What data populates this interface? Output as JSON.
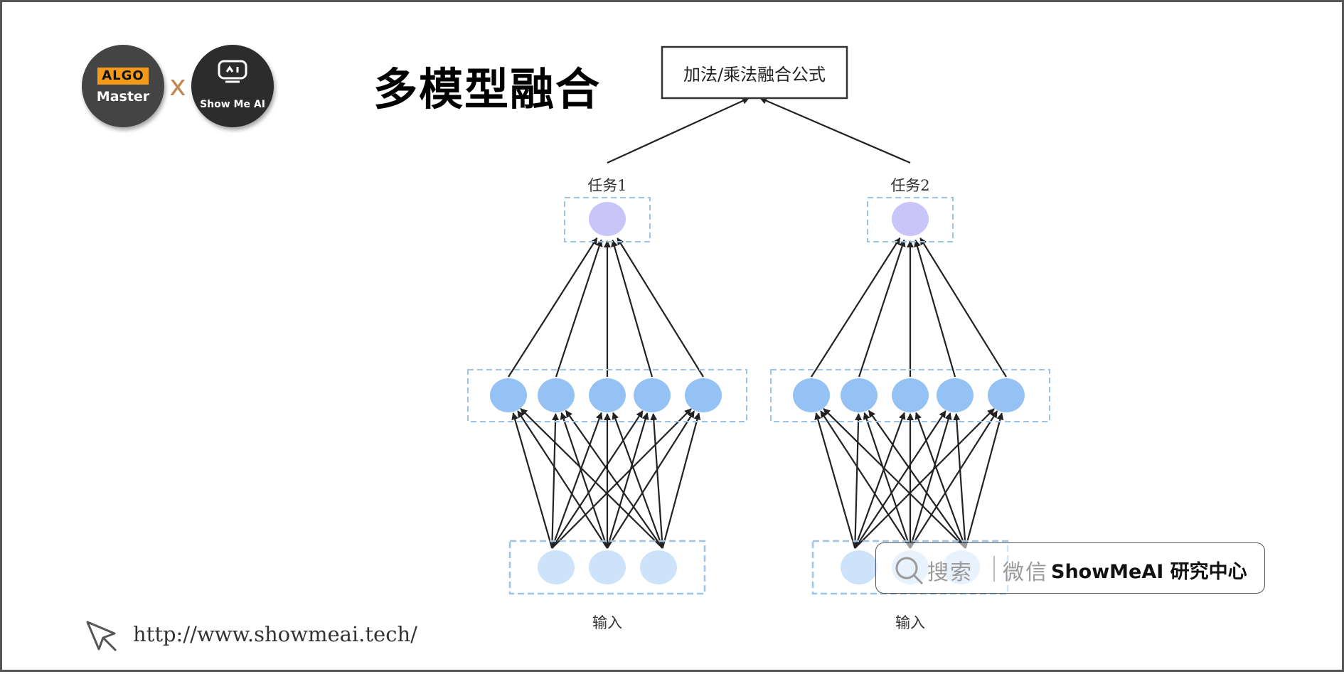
{
  "header": {
    "title": "多模型融合",
    "logo_left_badge": "ALGO",
    "logo_left_text": "Master",
    "logo_separator": "x",
    "logo_right_text": "Show Me AI"
  },
  "diagram": {
    "fusion_box_label": "加法/乘法融合公式",
    "towers": [
      {
        "task_label": "任务1",
        "input_label": "输入",
        "hidden_nodes": 5,
        "input_nodes": 3
      },
      {
        "task_label": "任务2",
        "input_label": "输入",
        "hidden_nodes": 5,
        "input_nodes": 3
      }
    ],
    "colors": {
      "output_node": "#c9c5f7",
      "hidden_node": "#94c2f5",
      "input_node": "#cde3fa",
      "dashed_box": "#9cc3e8",
      "arrow": "#222222"
    }
  },
  "footer": {
    "url": "http://www.showmeai.tech/",
    "search_word_1": "搜索",
    "search_word_2": "微信",
    "search_brand": "ShowMeAI 研究中心"
  }
}
